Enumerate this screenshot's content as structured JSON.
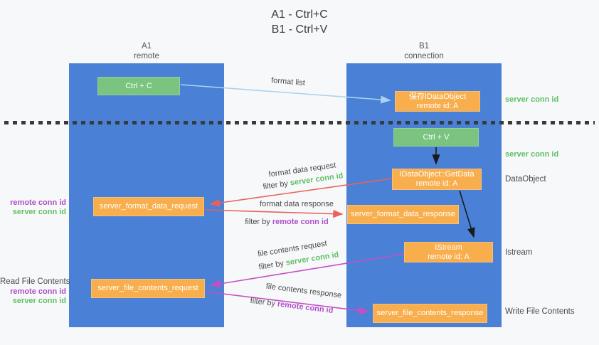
{
  "title": {
    "line1": "A1 - Ctrl+C",
    "line2": "B1 - Ctrl+V"
  },
  "lanes": {
    "a": {
      "name": "A1",
      "role": "remote"
    },
    "b": {
      "name": "B1",
      "role": "connection"
    }
  },
  "nodes": {
    "ctrl_c": {
      "label": "Ctrl + C"
    },
    "ctrl_v": {
      "label": "Ctrl + V"
    },
    "save_idataobject": {
      "line1": "保存IDataObject",
      "line2": "remote id: A"
    },
    "idataobject_getdata": {
      "line1": "IDataObject::GetData",
      "line2": "remote id: A"
    },
    "istream": {
      "line1": "IStream",
      "line2": "remote id: A"
    },
    "server_format_data_request": {
      "label": "server_format_data_request"
    },
    "server_format_data_response": {
      "label": "server_format_data_response"
    },
    "server_file_contents_request": {
      "label": "server_file_contents_request"
    },
    "server_file_contents_response": {
      "label": "server_file_contents_response"
    }
  },
  "edges": {
    "format_list": {
      "label": "format list"
    },
    "format_data_request": {
      "label": "format data request",
      "filter_prefix": "filter by ",
      "filter_key": "server conn id"
    },
    "format_data_response": {
      "label": "format data response",
      "filter_prefix": "filter by ",
      "filter_key": "remote conn id"
    },
    "file_contents_request": {
      "label": "file contents request",
      "filter_prefix": "filter by ",
      "filter_key": "server conn id"
    },
    "file_contents_response": {
      "label": "file contents response",
      "filter_prefix": "filter by ",
      "filter_key": "remote conn id"
    }
  },
  "side_labels": {
    "left": [
      {
        "text": "remote conn id",
        "kind": "remote"
      },
      {
        "text": "server conn id",
        "kind": "server"
      },
      {
        "text": "Read File Contents",
        "kind": "plain"
      },
      {
        "text": "remote conn id",
        "kind": "remote"
      },
      {
        "text": "server conn id",
        "kind": "server"
      }
    ],
    "right": [
      {
        "text": "server conn id",
        "kind": "server"
      },
      {
        "text": "server conn id",
        "kind": "server"
      },
      {
        "text": "DataObject",
        "kind": "plain"
      },
      {
        "text": "Istream",
        "kind": "plain"
      },
      {
        "text": "Write File Contents",
        "kind": "plain"
      }
    ]
  },
  "colors": {
    "lane_blue": "#4a80d6",
    "node_green": "#7ac47f",
    "node_orange": "#f8ae4c",
    "server_conn_green": "#5fbf63",
    "remote_conn_purple": "#ad4fc9",
    "arrow_red": "#e8625a",
    "arrow_magenta": "#c44fc4",
    "arrow_lightblue": "#a9d3ee",
    "arrow_black": "#1a1a1a",
    "text_dark": "#4a4a4a",
    "background": "#f7f8fa"
  }
}
